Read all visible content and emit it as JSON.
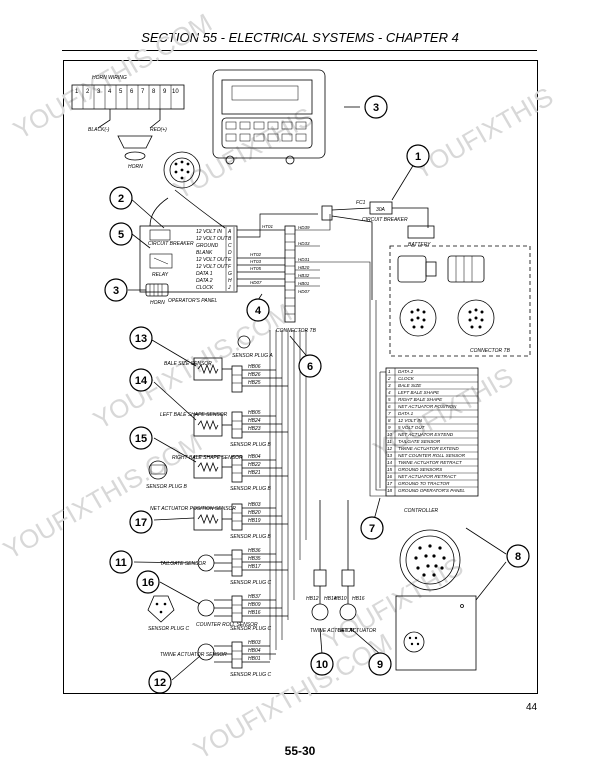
{
  "header": {
    "title": "SECTION 55 - ELECTRICAL SYSTEMS - CHAPTER 4"
  },
  "page_number": "44",
  "footer": {
    "page_code": "55-30"
  },
  "watermark": [
    "YOUFIXTHIS.COM",
    "YOUFIXTHIS"
  ],
  "callouts": [
    "1",
    "2",
    "3",
    "4",
    "5",
    "6",
    "7",
    "8",
    "9",
    "10",
    "11",
    "12",
    "13",
    "14",
    "15",
    "16",
    "17"
  ],
  "horn_wiring": {
    "title": "HORN WIRING",
    "numbers": [
      "1",
      "2",
      "3",
      "4",
      "5",
      "6",
      "7",
      "8",
      "9",
      "10"
    ],
    "black": "BLACK(-)",
    "red": "RED(+)",
    "horn": "HORN"
  },
  "operators_panel": {
    "title": "OPERATOR'S PANEL",
    "rows": [
      {
        "label": "12 VOLT IN",
        "pin": "A"
      },
      {
        "label": "12 VOLT OUT",
        "pin": "B"
      },
      {
        "label": "GROUND",
        "pin": "C"
      },
      {
        "label": "BLANK",
        "pin": "D"
      },
      {
        "label": "12 VOLT OUT",
        "pin": "E"
      },
      {
        "label": "12 VOLT OUT",
        "pin": "F"
      },
      {
        "label": "DATA 1",
        "pin": "G"
      },
      {
        "label": "DATA 2",
        "pin": "H"
      },
      {
        "label": "CLOCK",
        "pin": "J"
      }
    ],
    "circuit_breaker": "CIRCUIT BREAKER",
    "relay": "RELAY",
    "horn": "HORN"
  },
  "fuse": {
    "label": "FC1",
    "rating": "30A",
    "circuit_breaker": "CIRCUIT BREAKER",
    "battery": "BATTERY"
  },
  "connector_tb": {
    "label": "CONNECTOR TB",
    "label2": "CONNECTOR TB",
    "wires": [
      "HD39",
      "HD33",
      "HD31",
      "HB20",
      "HB32",
      "HB01",
      "HD07"
    ],
    "panel_wires": [
      "HT01",
      "HT02",
      "HT03",
      "HT05",
      "HD07"
    ]
  },
  "controller": {
    "label": "CONTROLLER",
    "pins": [
      {
        "n": "1",
        "label": "DATA 2"
      },
      {
        "n": "2",
        "label": "CLOCK"
      },
      {
        "n": "3",
        "label": "BALE SIZE"
      },
      {
        "n": "4",
        "label": "LEFT BALE SHAPE"
      },
      {
        "n": "5",
        "label": "RIGHT BALE SHAPE"
      },
      {
        "n": "6",
        "label": "NET ACTUATOR POSITION"
      },
      {
        "n": "7",
        "label": "DATA 1"
      },
      {
        "n": "8",
        "label": "12 VOLT IN"
      },
      {
        "n": "9",
        "label": "5 VOLT OUT"
      },
      {
        "n": "10",
        "label": "NET ACTUATOR EXTEND"
      },
      {
        "n": "11",
        "label": "TAILGATE SENSOR"
      },
      {
        "n": "12",
        "label": "TWINE ACTUATOR EXTEND"
      },
      {
        "n": "13",
        "label": "NET COUNTER ROLL SENSOR"
      },
      {
        "n": "14",
        "label": "TWINE ACTUATOR RETRACT"
      },
      {
        "n": "15",
        "label": "GROUND SENSORS"
      },
      {
        "n": "16",
        "label": "NET ACTUATOR RETRACT"
      },
      {
        "n": "17",
        "label": "GROUND TO TRACTOR"
      },
      {
        "n": "18",
        "label": "GROUND OPERATOR'S PANEL"
      }
    ]
  },
  "sensors": [
    {
      "name": "BALE SIZE SENSOR",
      "plug": "SENSOR PLUG A",
      "wires": [
        "HB06",
        "HB26",
        "HB25"
      ]
    },
    {
      "name": "LEFT BALE SHAPE SENSOR",
      "plug": "SENSOR PLUG B",
      "wires": [
        "HB05",
        "HB24",
        "HB23"
      ]
    },
    {
      "name": "RIGHT BALE SHAPE SENSOR",
      "plug": "SENSOR PLUG B",
      "wires": [
        "HB04",
        "HB22",
        "HB21"
      ]
    },
    {
      "name": "NET ACTUATOR POSITION SENSOR",
      "plug": "SENSOR PLUG B",
      "wires": [
        "HB03",
        "HB20",
        "HB19"
      ]
    },
    {
      "name": "TAILGATE SENSOR",
      "plug": "SENSOR PLUG C",
      "wires": [
        "HB36",
        "HB35",
        "HB17"
      ]
    },
    {
      "name": "COUNTER ROLL SENSOR",
      "plug": "SENSOR PLUG C",
      "wires": [
        "HB37",
        "HB09",
        "HB16"
      ]
    },
    {
      "name": "TWINE ACTUATOR SENSOR",
      "plug": "SENSOR PLUG C",
      "wires": [
        "HB03",
        "HB04",
        "HB01"
      ]
    }
  ],
  "sensor_plug_b_left": "SENSOR PLUG B",
  "sensor_plug_c_left": "SENSOR PLUG C",
  "actuators": [
    {
      "name": "TWINE ACTUATOR",
      "wires": [
        "HB12",
        "HB14"
      ]
    },
    {
      "name": "NET ACTUATOR",
      "wires": [
        "HB10",
        "HB16"
      ]
    }
  ]
}
